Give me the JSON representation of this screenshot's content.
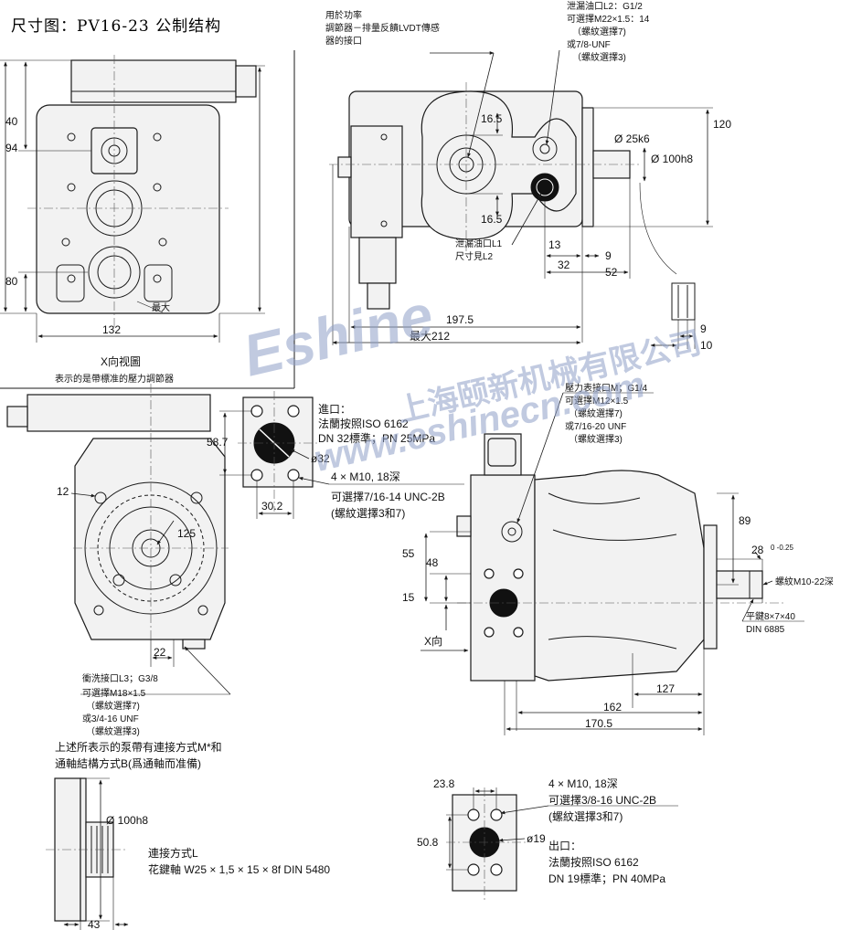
{
  "title": "尺寸图：PV16-23 公制结构",
  "watermark": {
    "brand": "Eshine",
    "company": "上海颐新机械有限公司",
    "url": "www.eshinecn.com"
  },
  "colors": {
    "line": "#1a1a1a",
    "fill": "#f2f2f2",
    "watermark": "#8fa0c8"
  },
  "rear_view": {
    "dims": {
      "d140": "40",
      "d94": "94",
      "d80": "80",
      "d132": "132",
      "max": "最大"
    },
    "caption1": "X向视圖",
    "caption2": "表示的是帶標准的壓力調節器"
  },
  "top_side_view": {
    "note1": [
      "用於功率",
      "調節器－排量反饋LVDT傳感",
      "器的接口"
    ],
    "note2": [
      "泄漏油口L2：G1/2",
      "可選擇M22×1.5：14",
      "（螺紋選擇7)",
      "或7/8-UNF",
      "（螺紋選擇3)"
    ],
    "dims": {
      "d16_5_top": "16.5",
      "d16_5_bot": "16.5",
      "d120": "120",
      "d25": "Ø 25k6",
      "d100": "Ø 100h8",
      "d13": "13",
      "d9": "9",
      "d32": "32",
      "d52": "52",
      "d197": "197.5",
      "d212": "最大212",
      "d9b": "9",
      "d10": "10"
    },
    "leak_label": [
      "泄漏油口L1",
      "尺寸見L2"
    ]
  },
  "front_view": {
    "dims": {
      "d12": "12",
      "d125": "125",
      "d22": "22"
    },
    "flush_note": [
      "衝洗接口L3；G3/8",
      "可選擇M18×1.5",
      "（螺紋選擇7)",
      "或3/4-16 UNF",
      "（螺紋選擇3)"
    ]
  },
  "inlet_flange": {
    "dims": {
      "d58_7": "58.7",
      "d30_2": "30.2",
      "d32": "ø32"
    },
    "label": [
      "進口：",
      "法蘭按照ISO 6162",
      "DN 32標準；PN 25MPa"
    ],
    "bolts": [
      "4 × M10, 18深",
      "可選擇7/16-14 UNC-2B",
      "(螺紋選擇3和7)"
    ]
  },
  "side_view": {
    "pressure_note": [
      "壓力表接口M；G1/4",
      "可選擇M12×1.5",
      "（螺紋選擇7)",
      "或7/16-20 UNF",
      "（螺紋選擇3)"
    ],
    "dims": {
      "d89": "89",
      "d28": "28",
      "d28tol": "0 -0.25",
      "d55": "55",
      "d48": "48",
      "d15": "15",
      "d127": "127",
      "d162": "162",
      "d170": "170.5"
    },
    "key_thread": "螺紋M10-22深",
    "key": [
      "平鍵8×7×40",
      "DIN 6885"
    ],
    "x_dir": "X向"
  },
  "through_shaft": {
    "line1": "上述所表示的泵帶有連接方式M*和",
    "line2": "通軸結構方式B(爲通軸而准備)"
  },
  "spline_view": {
    "d100": "Ø 100h8",
    "label": [
      "連接方式L",
      "花鍵軸 W25 × 1,5 × 15 × 8f DIN 5480"
    ],
    "d43": "43"
  },
  "outlet_flange": {
    "dims": {
      "d23_8": "23.8",
      "d50_8": "50.8",
      "d19": "ø19"
    },
    "bolts": [
      "4 × M10, 18深",
      "可選擇3/8-16 UNC-2B",
      "(螺紋選擇3和7)"
    ],
    "label": [
      "出口：",
      "法蘭按照ISO 6162",
      "DN 19標準；PN 40MPa"
    ]
  }
}
